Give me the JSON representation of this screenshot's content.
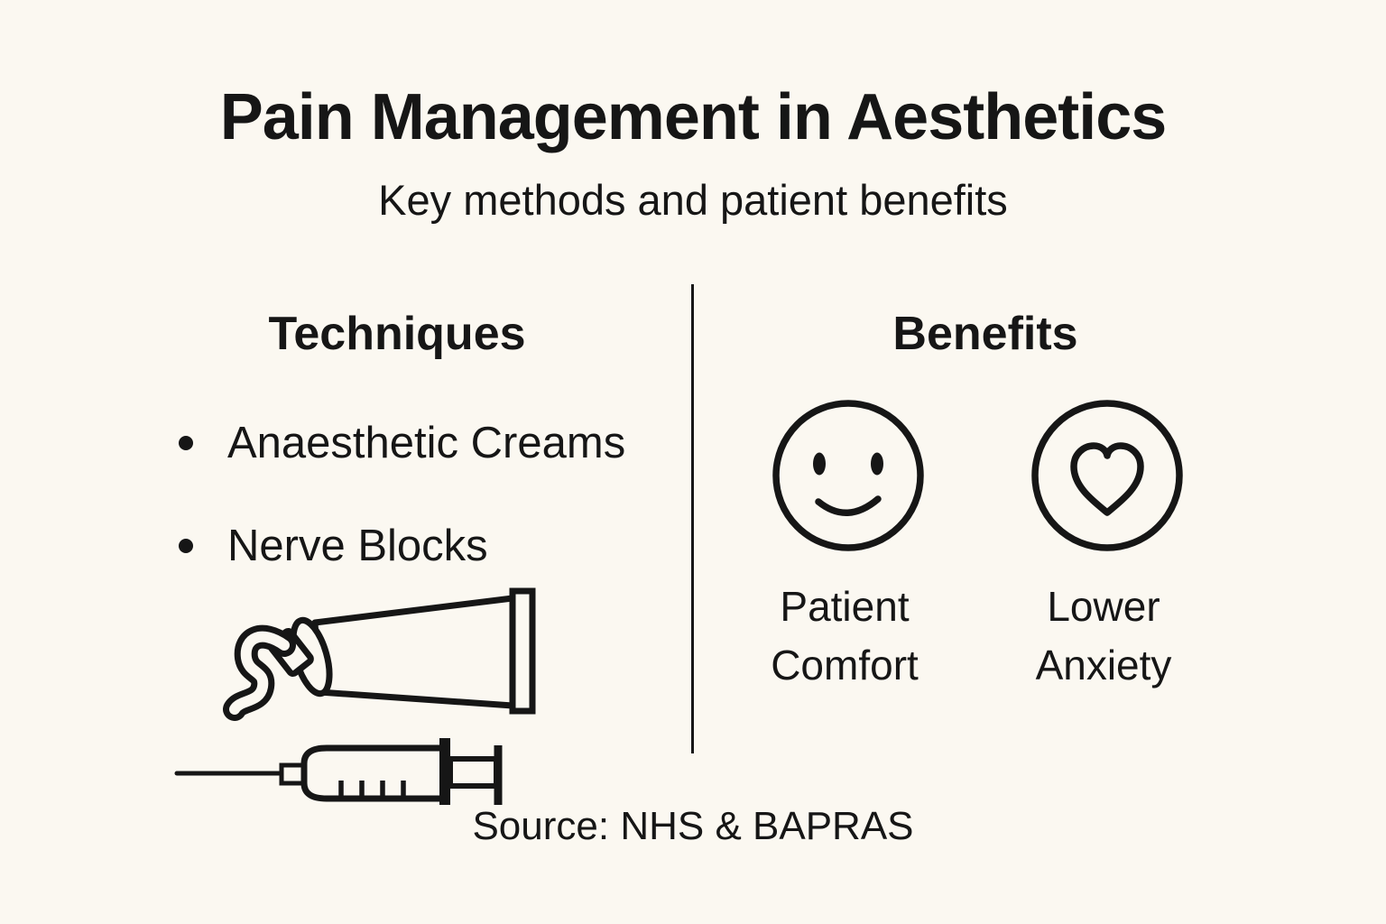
{
  "page": {
    "background": "#fbf8f1",
    "text_color": "#161616",
    "line_color": "#161616"
  },
  "header": {
    "title": "Pain Management in Aesthetics",
    "subtitle": "Key methods and patient benefits"
  },
  "techniques": {
    "heading": "Techniques",
    "items": [
      {
        "label": "Anaesthetic Creams"
      },
      {
        "label": "Nerve Blocks"
      }
    ],
    "icons": [
      {
        "name": "cream-tube-icon"
      },
      {
        "name": "syringe-icon"
      }
    ]
  },
  "benefits": {
    "heading": "Benefits",
    "items": [
      {
        "icon": "smiley-face-icon",
        "label_line1": "Patient",
        "label_line2": "Comfort"
      },
      {
        "icon": "heart-circle-icon",
        "label_line1": "Lower",
        "label_line2": "Anxiety"
      }
    ]
  },
  "footer": {
    "source": "Source: NHS & BAPRAS"
  }
}
